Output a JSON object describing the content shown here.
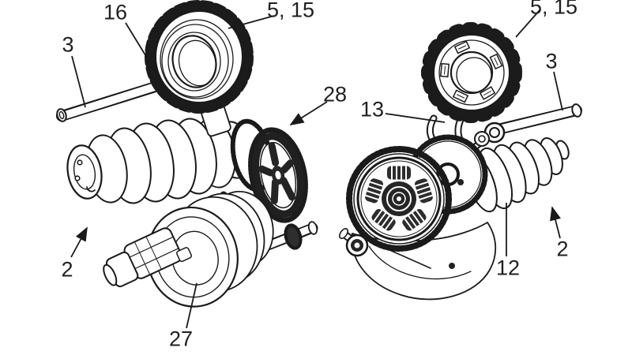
{
  "figure": {
    "kind": "patent-style technical line drawing of two gear-train assemblies",
    "colors": {
      "background": "#ffffff",
      "ink": "#1a1a1a",
      "dark_fill": "#262626"
    },
    "labels": [
      {
        "text": "16"
      },
      {
        "text": "3"
      },
      {
        "text": "5, 15"
      },
      {
        "text": "28"
      },
      {
        "text": "13"
      },
      {
        "text": "5, 15"
      },
      {
        "text": "3"
      },
      {
        "text": "2"
      },
      {
        "text": "27"
      },
      {
        "text": "12"
      },
      {
        "text": "2"
      }
    ]
  }
}
